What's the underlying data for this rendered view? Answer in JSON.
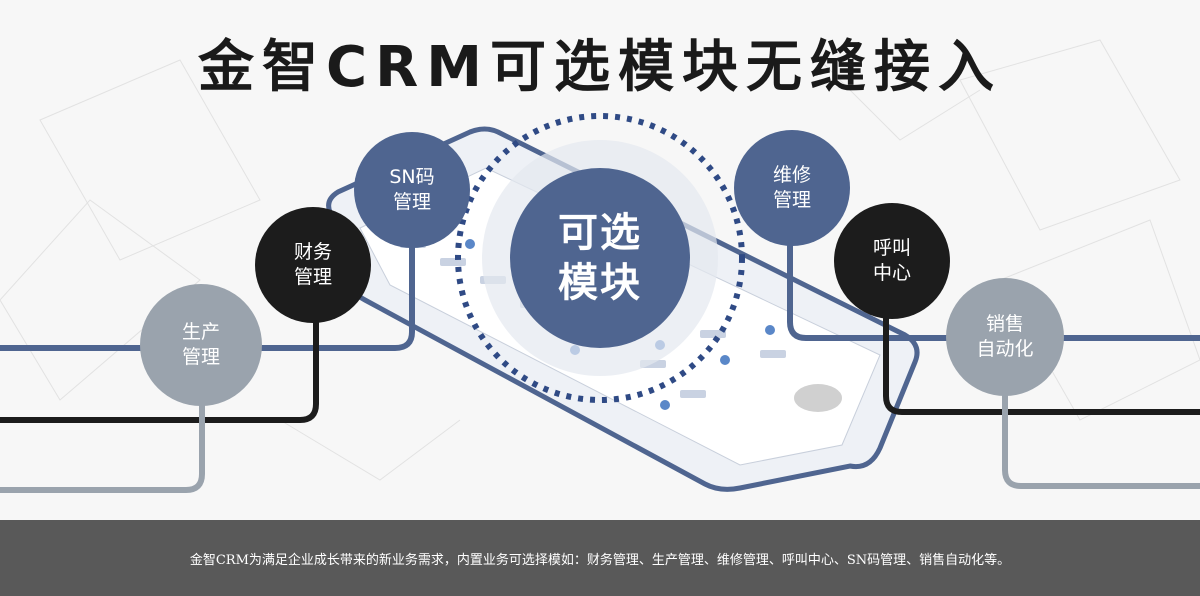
{
  "header": {
    "title": "金智CRM可选模块无缝接入"
  },
  "center_module": {
    "line1": "可选",
    "line2": "模块"
  },
  "modules": {
    "sn_code": {
      "line1": "SN码",
      "line2": "管理"
    },
    "finance": {
      "line1": "财务",
      "line2": "管理"
    },
    "production": {
      "line1": "生产",
      "line2": "管理"
    },
    "repair": {
      "line1": "维修",
      "line2": "管理"
    },
    "call_center": {
      "line1": "呼叫",
      "line2": "中心"
    },
    "sales_auto": {
      "line1": "销售",
      "line2": "自动化"
    }
  },
  "footer": {
    "text": "金智CRM为满足企业成长带来的新业务需求，内置业务可选择模如：财务管理、生产管理、维修管理、呼叫中心、SN码管理、销售自动化等。"
  },
  "colors": {
    "blue": "#4f6590",
    "dark": "#1c1c1c",
    "gray": "#9aa3ad",
    "footer": "#595959"
  }
}
